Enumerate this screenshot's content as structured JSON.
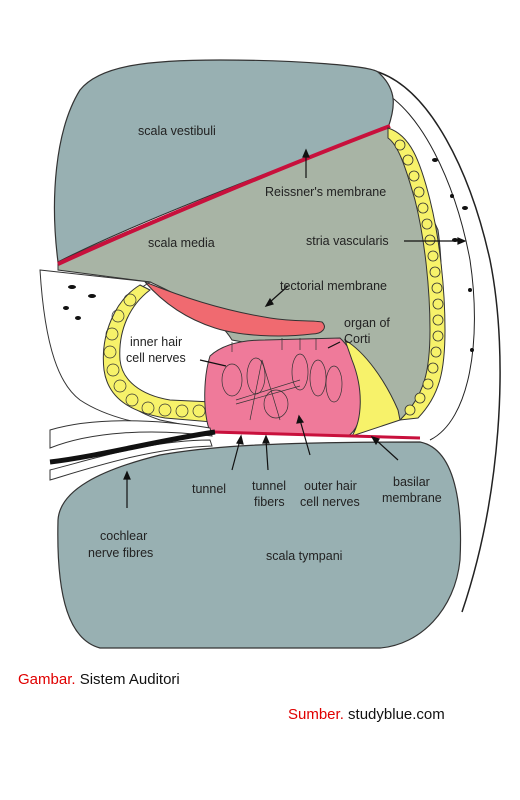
{
  "diagram": {
    "labels": {
      "scala_vestibuli": "scala vestibuli",
      "reissners_membrane": "Reissner's membrane",
      "scala_media": "scala media",
      "stria_vascularis": "stria vascularis",
      "tectorial_membrane": "tectorial membrane",
      "organ_of_corti_1": "organ of",
      "organ_of_corti_2": "Corti",
      "inner_hair_1": "inner hair",
      "inner_hair_2": "cell nerves",
      "tunnel": "tunnel",
      "tunnel_fibers_1": "tunnel",
      "tunnel_fibers_2": "fibers",
      "outer_hair_1": "outer hair",
      "outer_hair_2": "cell nerves",
      "basilar_1": "basilar",
      "basilar_2": "membrane",
      "cochlear_1": "cochlear",
      "cochlear_2": "nerve fibres",
      "scala_tympani": "scala tympani"
    },
    "colors": {
      "fluid": "#98b0b2",
      "media": "#a8b4a5",
      "membrane": "#c8103c",
      "tectorial": "#f06a70",
      "corti": "#ef7a9a",
      "stria": "#f7f26a"
    }
  },
  "caption": {
    "gambar_label": "Gambar.",
    "gambar_text": "Sistem Auditori",
    "sumber_label": "Sumber.",
    "sumber_text": "studyblue.com"
  }
}
